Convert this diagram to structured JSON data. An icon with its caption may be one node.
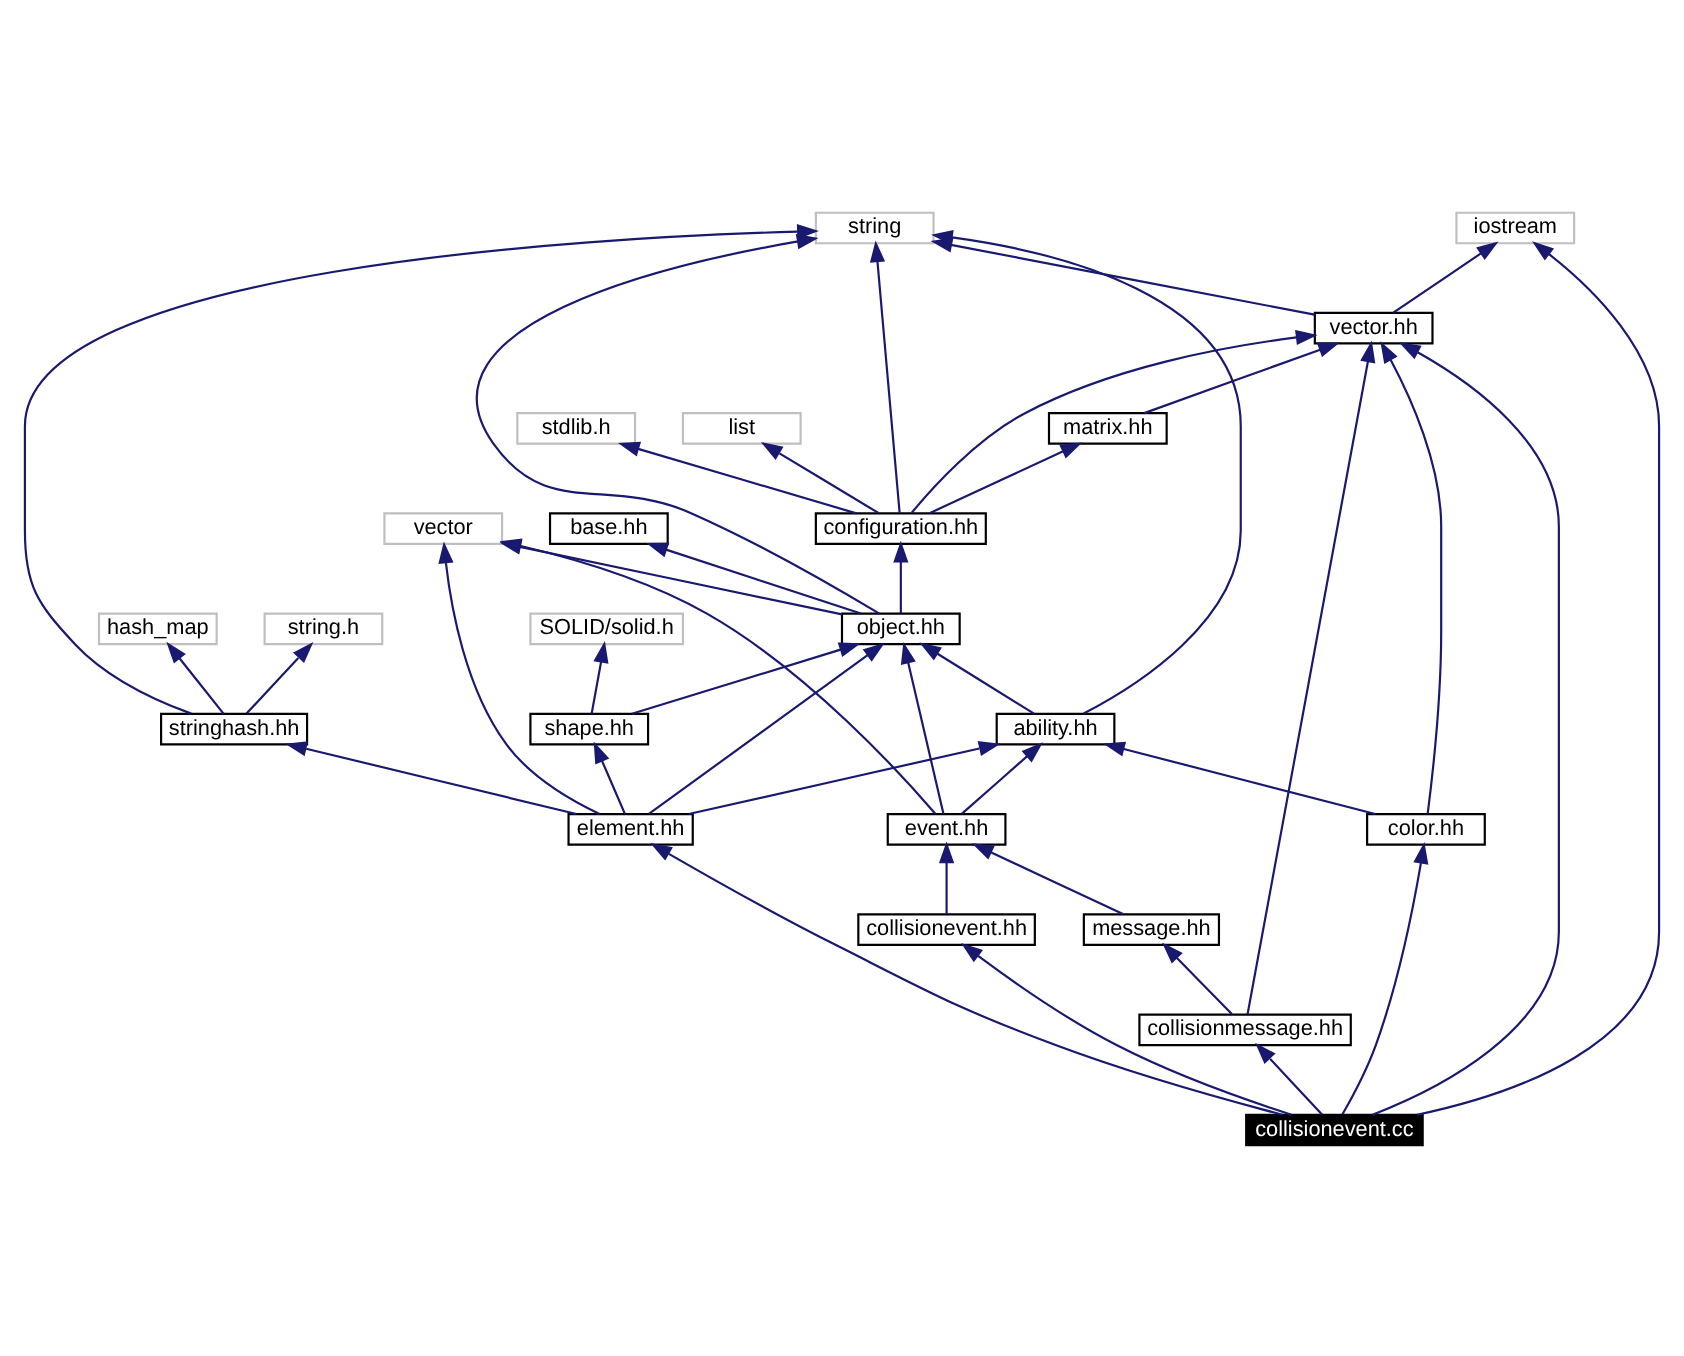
{
  "diagram": {
    "nodes": [
      {
        "text": [
          "string.h"
        ]
      },
      {
        "text": [
          "hash_map"
        ]
      },
      {
        "text": [
          "string"
        ]
      },
      {
        "text": [
          "iostream"
        ]
      },
      {
        "text": [
          "stringhash.hh"
        ]
      },
      {
        "text": [
          "vector.hh"
        ]
      },
      {
        "text": [
          "list"
        ]
      },
      {
        "text": [
          "stdlib.h"
        ]
      },
      {
        "text": [
          "matrix.hh"
        ]
      },
      {
        "text": [
          "vector"
        ]
      },
      {
        "text": [
          "base.hh"
        ]
      },
      {
        "text": [
          "configuration.hh"
        ]
      },
      {
        "text": [
          "SOLID/solid.h"
        ]
      },
      {
        "text": [
          "object.hh"
        ]
      },
      {
        "text": [
          "shape.hh"
        ]
      },
      {
        "text": [
          "ability.hh"
        ]
      },
      {
        "text": [
          "element.hh"
        ]
      },
      {
        "text": [
          "event.hh"
        ]
      },
      {
        "text": [
          "color.hh"
        ]
      },
      {
        "text": [
          "message.hh"
        ]
      },
      {
        "text": [
          "collisionevent.hh"
        ]
      },
      {
        "text": [
          "collisionmessage.hh"
        ]
      },
      {
        "text": [
          "collisionevent.cc"
        ]
      }
    ],
    "edges": [
      {
        "from": 4,
        "to": 0,
        "arrow": "to"
      },
      {
        "from": 4,
        "to": 1,
        "arrow": "to"
      },
      {
        "from": 4,
        "to": 2,
        "arrow": "to"
      },
      {
        "from": 5,
        "to": 2,
        "arrow": "to"
      },
      {
        "from": 5,
        "to": 3,
        "arrow": "to"
      },
      {
        "from": 8,
        "to": 5,
        "arrow": "to"
      },
      {
        "from": 11,
        "to": 6,
        "arrow": "to"
      },
      {
        "from": 11,
        "to": 7,
        "arrow": "to"
      },
      {
        "from": 11,
        "to": 8,
        "arrow": "to"
      },
      {
        "from": 11,
        "to": 2,
        "arrow": "to"
      },
      {
        "from": 11,
        "to": 5,
        "arrow": "to"
      },
      {
        "from": 13,
        "to": 9,
        "arrow": "to"
      },
      {
        "from": 13,
        "to": 10,
        "arrow": "to"
      },
      {
        "from": 13,
        "to": 11,
        "arrow": "to"
      },
      {
        "from": 13,
        "to": 2,
        "arrow": "to"
      },
      {
        "from": 14,
        "to": 12,
        "arrow": "to"
      },
      {
        "from": 14,
        "to": 13,
        "arrow": "to"
      },
      {
        "from": 15,
        "to": 13,
        "arrow": "to"
      },
      {
        "from": 15,
        "to": 2,
        "arrow": "to"
      },
      {
        "from": 16,
        "to": 4,
        "arrow": "to"
      },
      {
        "from": 16,
        "to": 9,
        "arrow": "to"
      },
      {
        "from": 16,
        "to": 14,
        "arrow": "to"
      },
      {
        "from": 16,
        "to": 13,
        "arrow": "to"
      },
      {
        "from": 16,
        "to": 15,
        "arrow": "to"
      },
      {
        "from": 17,
        "to": 15,
        "arrow": "to"
      },
      {
        "from": 17,
        "to": 13,
        "arrow": "to"
      },
      {
        "from": 17,
        "to": 9,
        "arrow": "to"
      },
      {
        "from": 18,
        "to": 15,
        "arrow": "to"
      },
      {
        "from": 18,
        "to": 5,
        "arrow": "to"
      },
      {
        "from": 19,
        "to": 17,
        "arrow": "to"
      },
      {
        "from": 20,
        "to": 17,
        "arrow": "to"
      },
      {
        "from": 21,
        "to": 19,
        "arrow": "to"
      },
      {
        "from": 21,
        "to": 5,
        "arrow": "to"
      },
      {
        "from": 22,
        "to": 16,
        "arrow": "to"
      },
      {
        "from": 22,
        "to": 20,
        "arrow": "to"
      },
      {
        "from": 22,
        "to": 21,
        "arrow": "to"
      },
      {
        "from": 22,
        "to": 18,
        "arrow": "to"
      },
      {
        "from": 22,
        "to": 5,
        "arrow": "to"
      },
      {
        "from": 22,
        "to": 3,
        "arrow": "to"
      }
    ]
  }
}
